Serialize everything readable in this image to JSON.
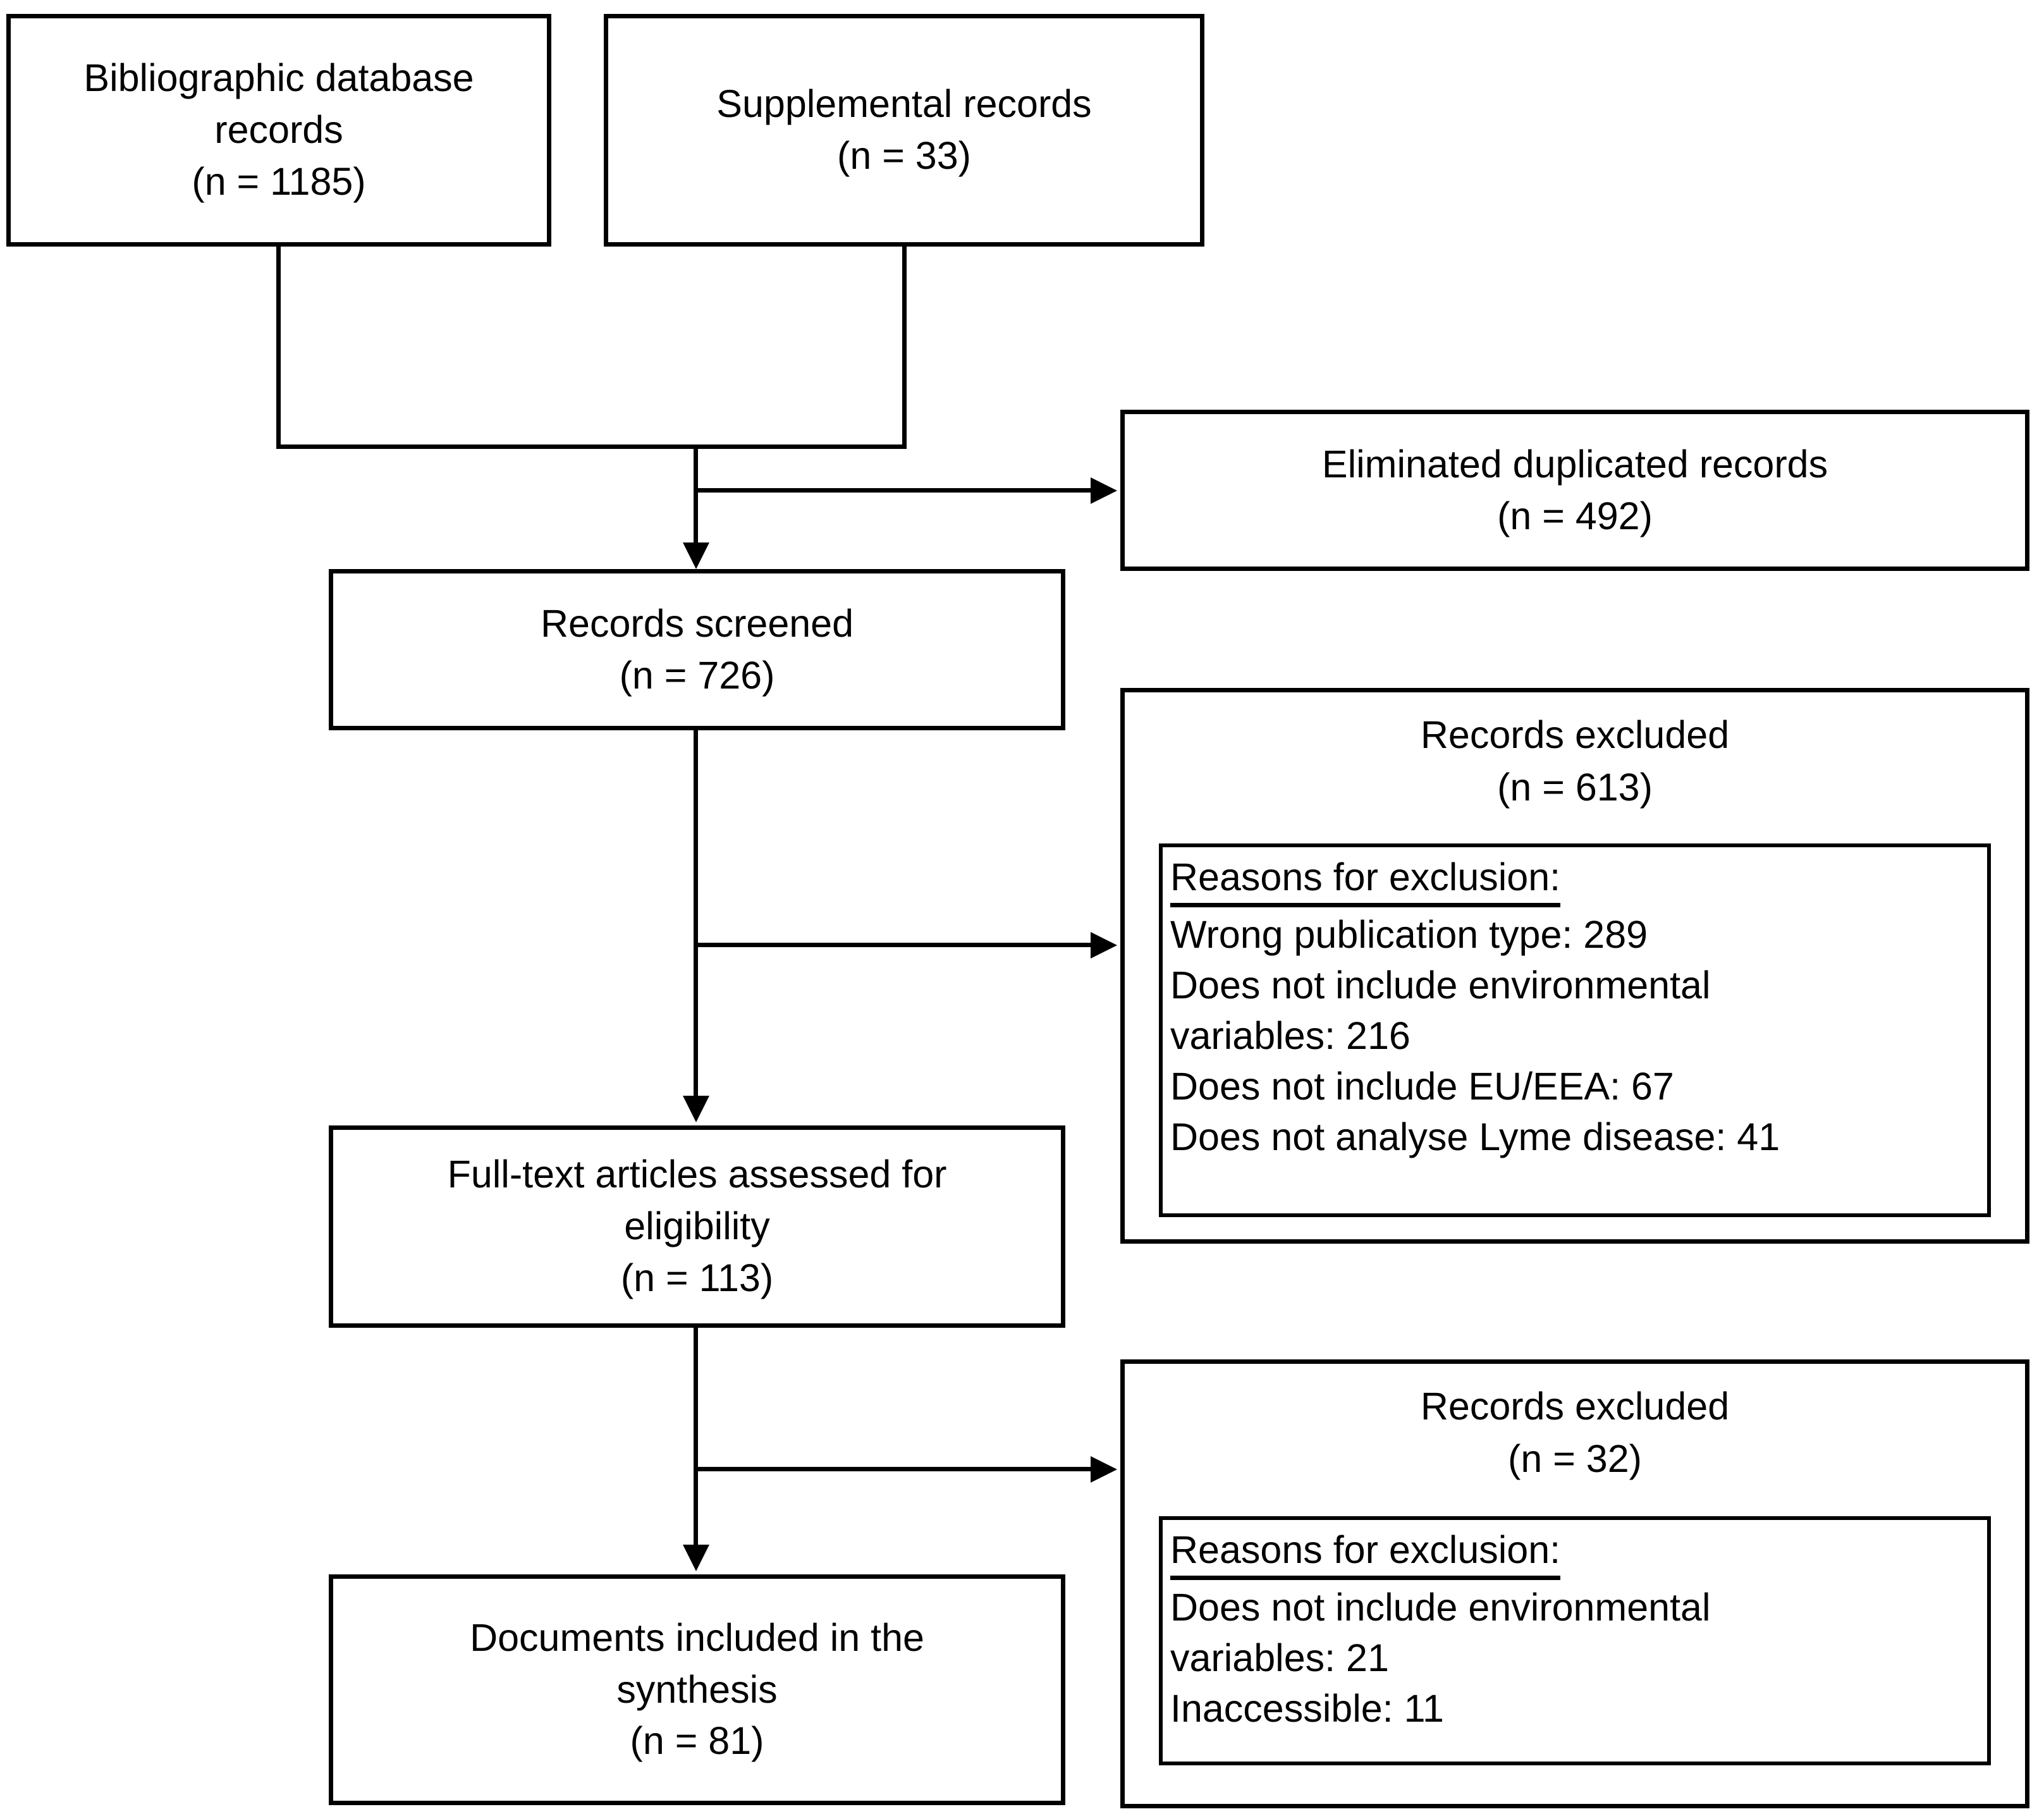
{
  "diagram": {
    "type": "prisma-flow-diagram",
    "title": "PRISMA study selection flow diagram"
  },
  "boxes": {
    "bibliographic": {
      "lines": [
        "Bibliographic database",
        "records",
        "(n = 1185)"
      ],
      "count": 1185
    },
    "supplemental": {
      "lines": [
        "Supplemental records",
        "(n = 33)"
      ],
      "count": 33
    },
    "duplicates": {
      "lines": [
        "Eliminated duplicated records",
        "(n = 492)"
      ],
      "count": 492
    },
    "screened": {
      "lines": [
        "Records screened",
        "(n = 726)"
      ],
      "count": 726
    },
    "fulltext": {
      "lines": [
        "Full-text articles assessed for",
        "eligibility",
        "(n = 113)"
      ],
      "count": 113
    },
    "included": {
      "lines": [
        "Documents included in the",
        "synthesis",
        "(n = 81)"
      ],
      "count": 81
    },
    "excluded_screening": {
      "title": "Records excluded",
      "count_label": "(n = 613)",
      "count": 613,
      "reasons_title": "Reasons for exclusion:",
      "reasons": [
        "Wrong publication type: 289",
        "Does not include environmental",
        "variables: 216",
        "Does not include EU/EEA: 67",
        "Does not analyse Lyme disease: 41"
      ]
    },
    "excluded_eligibility": {
      "title": "Records excluded",
      "count_label": "(n = 32)",
      "count": 32,
      "reasons_title": "Reasons for exclusion:",
      "reasons": [
        "Does not include environmental",
        "variables: 21",
        "Inaccessible: 11"
      ]
    }
  },
  "colors": {
    "stroke": "#000000",
    "background": "#ffffff",
    "text": "#000000"
  }
}
